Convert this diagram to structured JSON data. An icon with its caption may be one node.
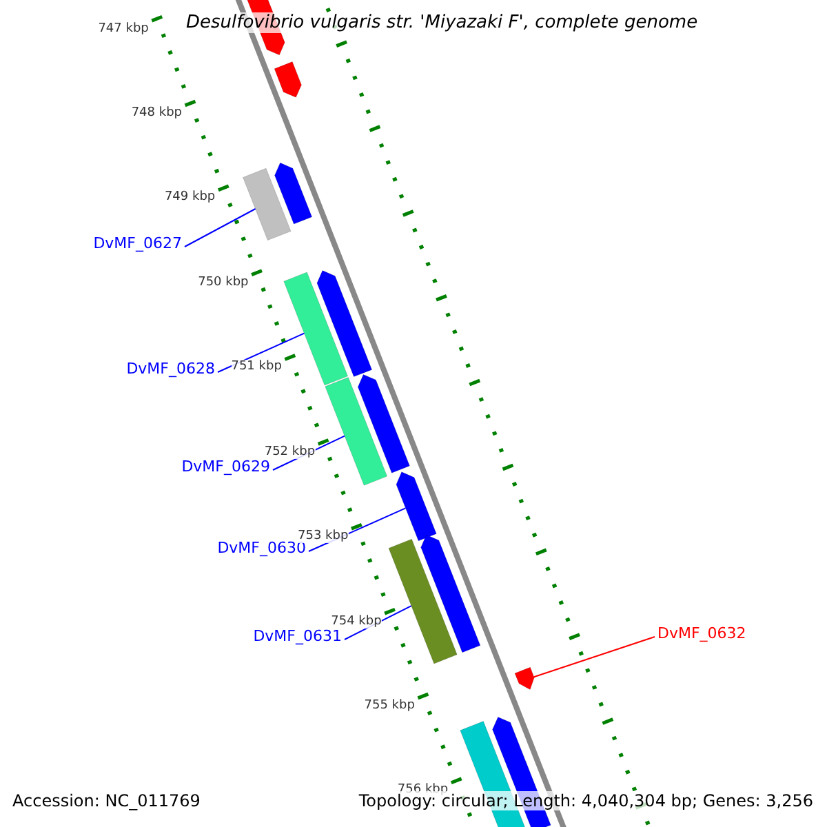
{
  "diagram": {
    "title": "Desulfovibrio vulgaris str. 'Miyazaki F', complete genome",
    "nodes": [
      {
        "text": [],
        "shape": "bar"
      },
      {
        "text": [],
        "shape": "bar"
      },
      {
        "text": [],
        "shape": "bar"
      },
      {
        "text": [],
        "shape": "bar"
      },
      {
        "text": [],
        "shape": "bar"
      },
      {
        "text": [],
        "shape": "bar"
      },
      {
        "text": [],
        "shape": "bar"
      },
      {
        "text": [],
        "shape": "bar"
      },
      {
        "text": [],
        "shape": "bar"
      },
      {
        "text": [],
        "shape": "bar"
      },
      {
        "text": [],
        "shape": "bar"
      },
      {
        "text": [],
        "shape": "bar"
      },
      {
        "text": [],
        "shape": "bar"
      },
      {
        "text": [],
        "shape": "bar"
      },
      {
        "text": [
          "DvMF_0627"
        ]
      },
      {
        "text": [
          "DvMF_0628"
        ]
      },
      {
        "text": [
          "DvMF_0629"
        ]
      },
      {
        "text": [
          "DvMF_0630"
        ]
      },
      {
        "text": [
          "DvMF_0631"
        ]
      },
      {
        "text": [
          "DvMF_0632"
        ]
      }
    ],
    "edges": [
      {
        "from": 14,
        "to": 2,
        "arrow": "none"
      },
      {
        "from": 15,
        "to": 4,
        "arrow": "none"
      },
      {
        "from": 16,
        "to": 6,
        "arrow": "none"
      },
      {
        "from": 17,
        "to": 8,
        "arrow": "none"
      },
      {
        "from": 18,
        "to": 9,
        "arrow": "none"
      },
      {
        "from": 19,
        "to": 11,
        "arrow": "none",
        "color": "#ff0000"
      }
    ],
    "labels": [
      "747 kbp",
      "748 kbp",
      "749 kbp",
      "750 kbp",
      "751 kbp",
      "752 kbp",
      "753 kbp",
      "754 kbp",
      "755 kbp",
      "756 kbp",
      "Accession: NC_011769",
      "Topology: circular; Length: 4,040,304 bp; Genes: 3,256"
    ]
  }
}
